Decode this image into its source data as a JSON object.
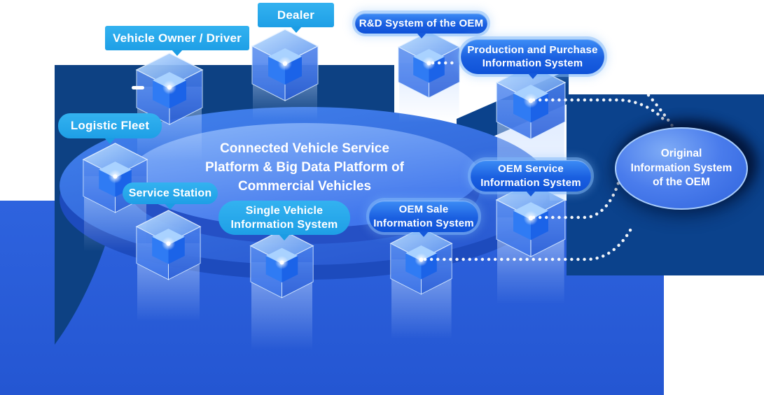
{
  "diagram_title": "Connected Vehicle Service Platform & Big Data Platform of Commercial Vehicles",
  "platform": {
    "caption": "Connected Vehicle Service\nPlatform & Big Data Platform of\nCommercial Vehicles"
  },
  "callouts": {
    "dealer": "Dealer",
    "vehicle_owner": "Vehicle Owner / Driver",
    "logistic_fleet": "Logistic Fleet",
    "service_station": "Service Station",
    "single_vehicle": "Single Vehicle\nInformation System",
    "rnd": "R&D System of the OEM",
    "production": "Production and Purchase\nInformation System",
    "oem_service": "OEM Service\nInformation System",
    "oem_sale": "OEM Sale\nInformation System"
  },
  "right_node": {
    "label": "Original\nInformation System\nof the OEM"
  },
  "icons": {
    "cubes": [
      "vehicle-owner-cube-icon",
      "dealer-cube-icon",
      "logistic-fleet-cube-icon",
      "service-station-cube-icon",
      "rnd-cube-icon",
      "production-cube-icon",
      "single-vehicle-cube-icon",
      "oem-sale-cube-icon",
      "oem-service-cube-icon"
    ]
  },
  "colors": {
    "cyan_label": "#23A6E9",
    "pill_top": "#3D8DF6",
    "pill_bottom": "#0F52D8",
    "navy_background": "#0B428C",
    "bottom_blue": "#2A5CD8",
    "platform_light": "#85B2F8",
    "platform_mid": "#4076EC",
    "connector_dots": "#FFFFFF",
    "text": "#FFFFFF"
  }
}
